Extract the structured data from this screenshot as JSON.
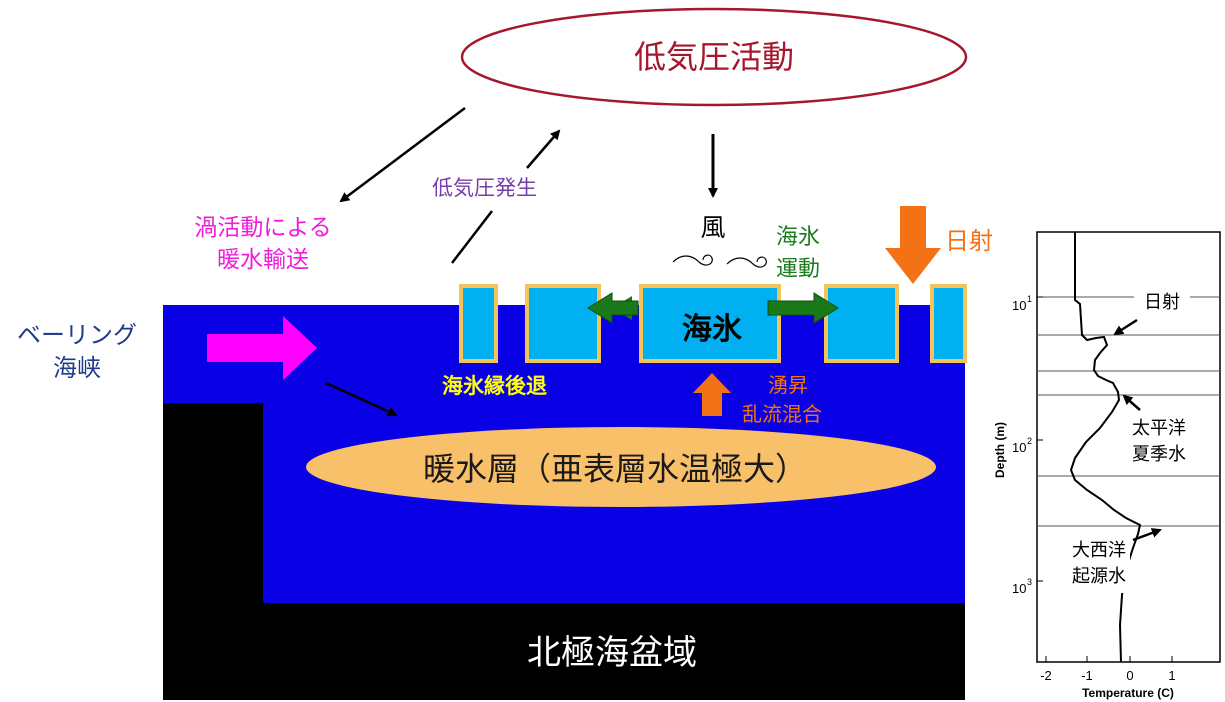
{
  "labels": {
    "low_pressure_activity": "低気圧活動",
    "cyclogenesis": "低気圧発生",
    "eddy_transport_line1": "渦活動による",
    "eddy_transport_line2": "暖水輸送",
    "wind": "風",
    "sea_ice_motion_line1": "海氷",
    "sea_ice_motion_line2": "運動",
    "insolation": "日射",
    "bering_line1": "ベーリング",
    "bering_line2": "海峡",
    "sea_ice": "海氷",
    "ice_edge_retreat": "海氷縁後退",
    "upwelling_line1": "湧昇",
    "upwelling_line2": "乱流混合",
    "warm_layer": "暖水層（亜表層水温極大）",
    "arctic_basin": "北極海盆域"
  },
  "colors": {
    "ocean": "#0a00e6",
    "sea_ice": "#00b0f0",
    "ice_border": "#f4c35a",
    "warm_layer": "#f9c06a",
    "land": "#000000",
    "low_pressure_border": "#a5172c",
    "low_pressure_text": "#a5172c",
    "eddy_text": "#f01cdc",
    "bering_arrow": "#ff00ff",
    "bering_text": "#1f3c8c",
    "cyclogenesis_text": "#7a3fa6",
    "sea_ice_motion_text": "#1f7a1f",
    "sea_ice_arrow": "#1a7a1a",
    "insolation": "#f47216",
    "ice_edge_text": "#ffff00",
    "upwelling_text": "#f47216"
  },
  "profile": {
    "xlabel": "Temperature (C)",
    "ylabel": "Depth (m)",
    "x_ticks": [
      "-2",
      "-1",
      "0",
      "1"
    ],
    "y_tick_base": "10",
    "y_tick_exps": [
      "1",
      "2",
      "3"
    ],
    "annotations": {
      "insolation": "日射",
      "pacific_line1": "太平洋",
      "pacific_line2": "夏季水",
      "atlantic_line1": "大西洋",
      "atlantic_line2": "起源水"
    }
  }
}
